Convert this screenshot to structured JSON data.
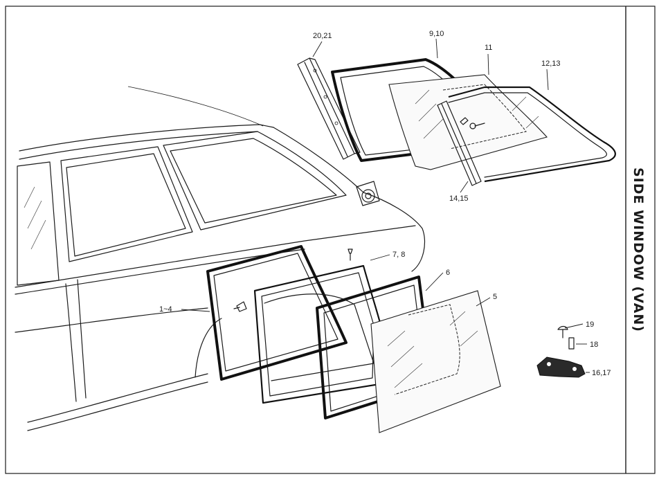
{
  "title": "SIDE WINDOW (VAN)",
  "callouts": [
    {
      "id": "c1",
      "text": "20,21"
    },
    {
      "id": "c2",
      "text": "9,10"
    },
    {
      "id": "c3",
      "text": "11"
    },
    {
      "id": "c4",
      "text": "12,13"
    },
    {
      "id": "c5",
      "text": "14,15"
    },
    {
      "id": "c6",
      "text": "7, 8"
    },
    {
      "id": "c7",
      "text": "6"
    },
    {
      "id": "c8",
      "text": "5"
    },
    {
      "id": "c9",
      "text": "1~4"
    },
    {
      "id": "c10",
      "text": "19"
    },
    {
      "id": "c11",
      "text": "18"
    },
    {
      "id": "c12",
      "text": "16,17"
    }
  ]
}
